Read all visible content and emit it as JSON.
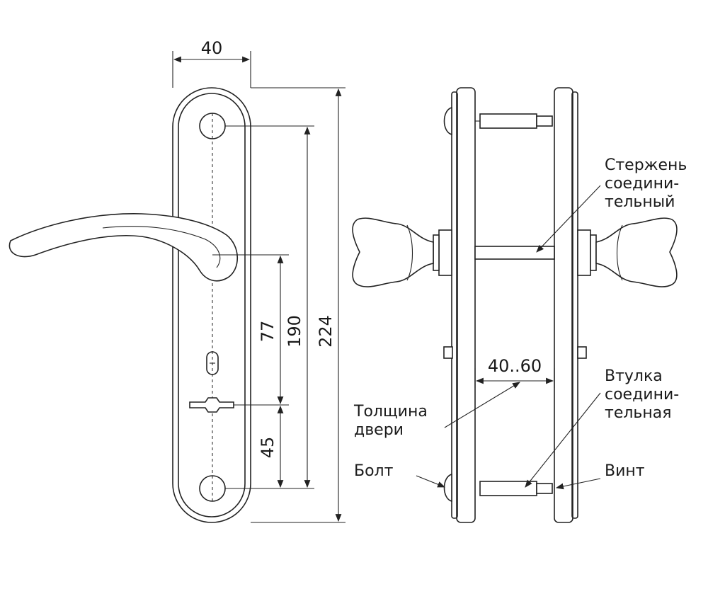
{
  "dimensions": {
    "width": "40",
    "d77": "77",
    "d190": "190",
    "d224": "224",
    "d45": "45",
    "thickness": "40..60"
  },
  "labels": {
    "rod": [
      "Стержень",
      "соедини-",
      "тельный"
    ],
    "sleeve": [
      "Втулка",
      "соедини-",
      "тельная"
    ],
    "door": [
      "Толщина",
      "двери"
    ],
    "bolt": "Болт",
    "screw": "Винт"
  }
}
